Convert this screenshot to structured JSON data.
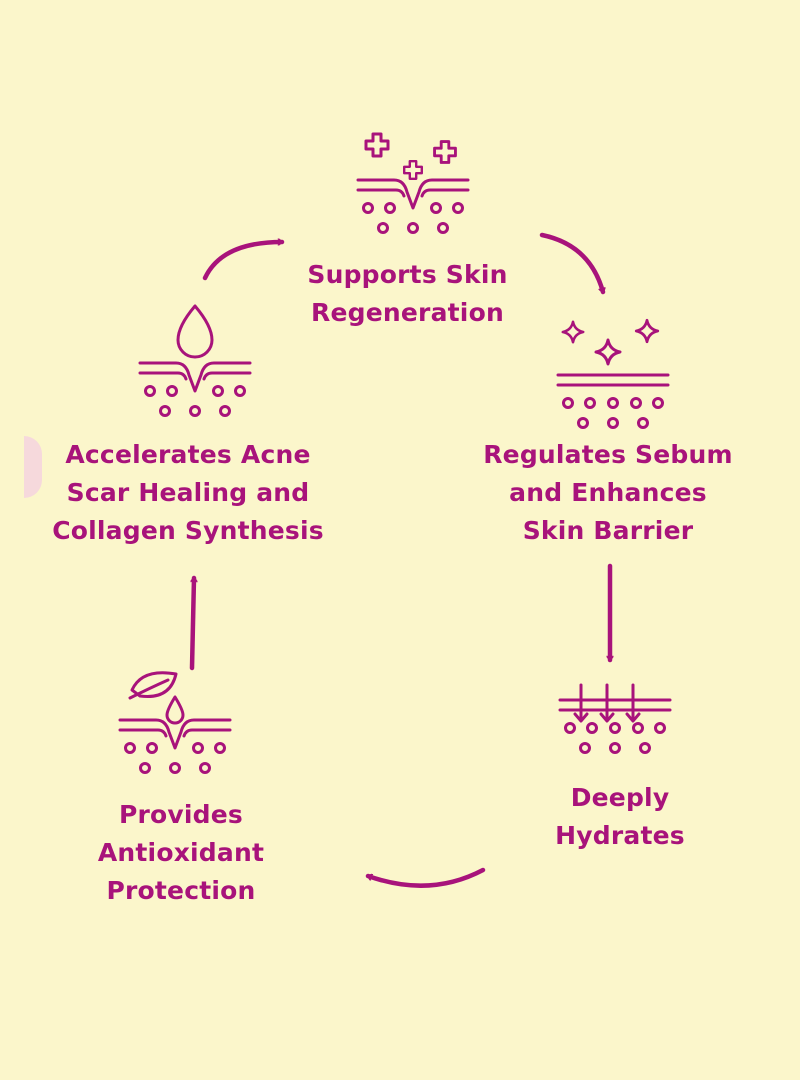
{
  "colors": {
    "background": "#fbf6cb",
    "accent": "#a8137b"
  },
  "diagram": {
    "type": "cycle",
    "steps": [
      {
        "id": "regen",
        "icon": "skin-layer-plus-icon",
        "lines": [
          "Supports Skin",
          "Regeneration"
        ]
      },
      {
        "id": "sebum",
        "icon": "skin-layer-sparkle-icon",
        "lines": [
          "Regulates Sebum",
          "and Enhances",
          "Skin Barrier"
        ]
      },
      {
        "id": "hydrate",
        "icon": "skin-layer-arrows-icon",
        "lines": [
          "Deeply",
          "Hydrates"
        ]
      },
      {
        "id": "antiox",
        "icon": "skin-layer-leaf-icon",
        "lines": [
          "Provides",
          "Antioxidant",
          "Protection"
        ]
      },
      {
        "id": "acne",
        "icon": "skin-layer-drop-icon",
        "lines": [
          "Accelerates Acne",
          "Scar Healing and",
          "Collagen Synthesis"
        ]
      }
    ]
  }
}
